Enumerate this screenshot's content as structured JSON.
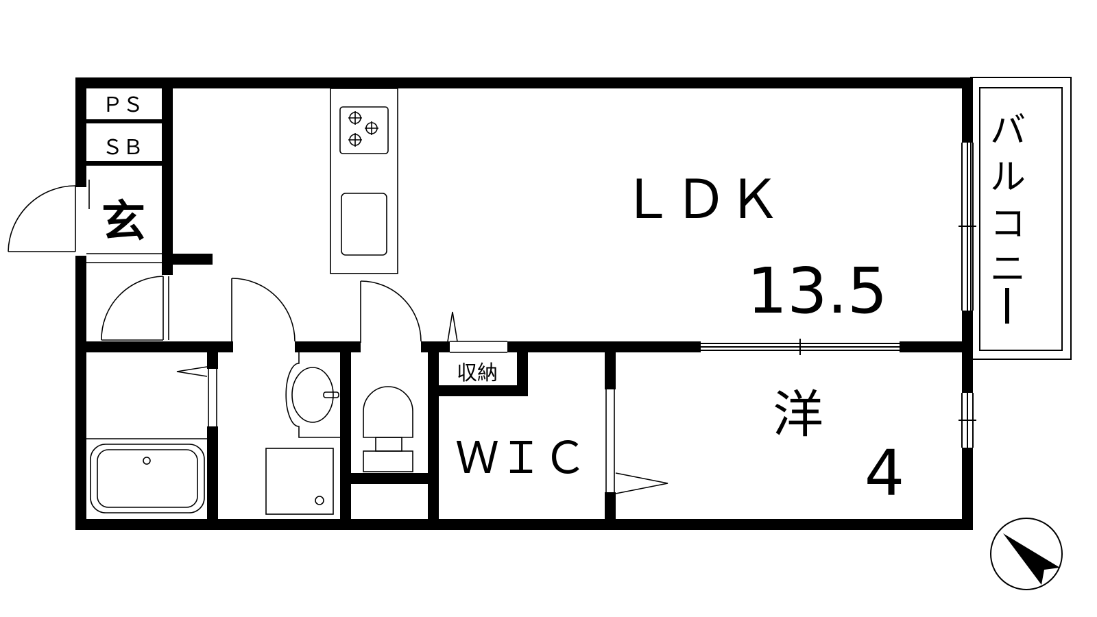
{
  "rooms": {
    "ldk": {
      "label": "ＬＤＫ",
      "size": "13.5"
    },
    "western": {
      "label": "洋",
      "size": "4"
    },
    "wic": {
      "label": "ＷＩＣ"
    },
    "storage": {
      "label": "収納"
    },
    "entrance": {
      "label": "玄"
    },
    "ps": {
      "label": "ＰＳ"
    },
    "sb": {
      "label": "ＳＢ"
    },
    "balcony": {
      "chars": [
        "バ",
        "ル",
        "コ",
        "ニ",
        "ー"
      ]
    }
  }
}
